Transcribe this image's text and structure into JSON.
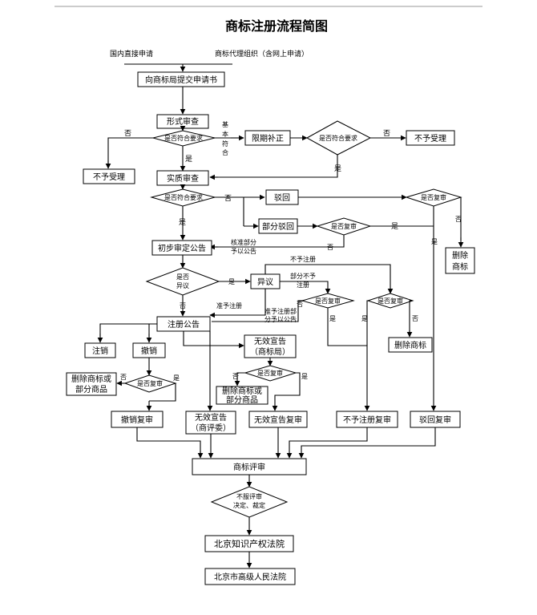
{
  "title": "商标注册流程简图",
  "sources": {
    "domestic": "国内直接申请",
    "agency": "商标代理组织（含网上申请）"
  },
  "nodes": {
    "submit": "向商标局提交申请书",
    "formal_review": "形式审查",
    "formal_decision": "是否符合要求",
    "reject_formal": "不予受理",
    "correction": "限期补正",
    "correction_decision": "是否符合要求",
    "reject_correction": "不予受理",
    "substantive": "实质审查",
    "substantive_decision": "是否符合要求",
    "rejection": "驳回",
    "partial_rejection": "部分驳回",
    "partial_review_decision": "是否复审",
    "rejection_review_decision": "是否复审",
    "delete_trademark_right": [
      "删除",
      "商标"
    ],
    "preliminary": "初步审定公告",
    "opposition_decision": [
      "是否",
      "异议"
    ],
    "opposition": "异议",
    "opp_review_decision_left": "是否复审",
    "opp_review_decision_right": "是否复审",
    "delete_trademark_mid": "删除商标",
    "registration": "注册公告",
    "cancellation": "注销",
    "revocation": "撤销",
    "revocation_review_decision": "是否复审",
    "delete_partial_left": [
      "删除商标或",
      "部分商品"
    ],
    "invalid_office": [
      "无效宣告",
      "（商标局）"
    ],
    "invalid_review_decision": "是否复审",
    "delete_partial_mid": [
      "删除商标或",
      "部分商品"
    ],
    "revocation_review": "撤销复审",
    "invalid_board": [
      "无效宣告",
      "（商评委）"
    ],
    "invalid_review": "无效宣告复审",
    "non_registration_review": "不予注册复审",
    "rejection_review": "驳回复审",
    "trab": "商标评审",
    "appeal_decision": [
      "不服评审",
      "决定、裁定"
    ],
    "beijing_ip_court": "北京知识产权法院",
    "beijing_high_court": "北京市高级人民法院"
  },
  "labels": {
    "no": "否",
    "yes": "是",
    "basic_conform": [
      "基",
      "本",
      "符",
      "合"
    ],
    "approved_partial": [
      "核准部分",
      "予以公告"
    ],
    "not_register": "不予注册",
    "partial_not": [
      "部分不予",
      "注册"
    ],
    "approve_register": "准予注册",
    "approve_partial": [
      "准予注册部",
      "分予以公告"
    ]
  }
}
